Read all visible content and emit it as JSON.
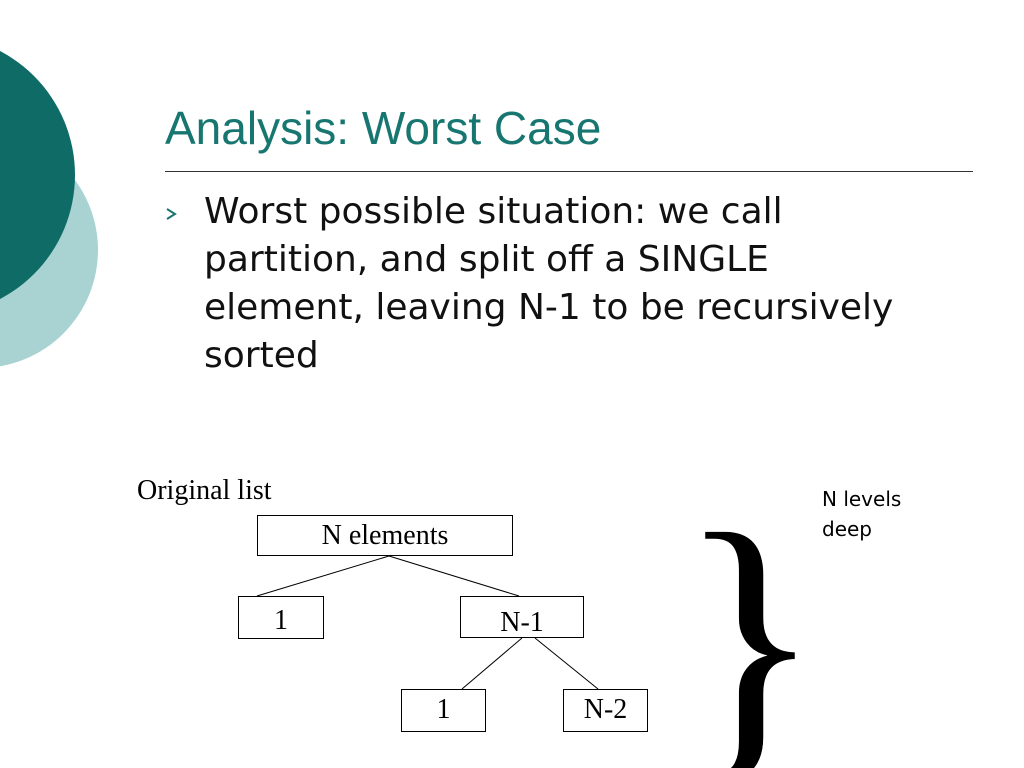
{
  "slide": {
    "title": "Analysis: Worst Case",
    "bullet": "Worst possible situation: we call partition, and split off a SINGLE element, leaving N-1 to be recursively sorted",
    "accent_color": "#177670",
    "decor_colors": {
      "dark_circle": "#0f6b66",
      "light_circle": "#a9d3d3"
    }
  },
  "diagram": {
    "caption": "Original list",
    "nodes": {
      "root": "N elements",
      "left_1": "1",
      "right_1": "N-1",
      "left_2": "1",
      "right_2": "N-2"
    },
    "brace_note_line1": "N levels",
    "brace_note_line2": "deep"
  }
}
